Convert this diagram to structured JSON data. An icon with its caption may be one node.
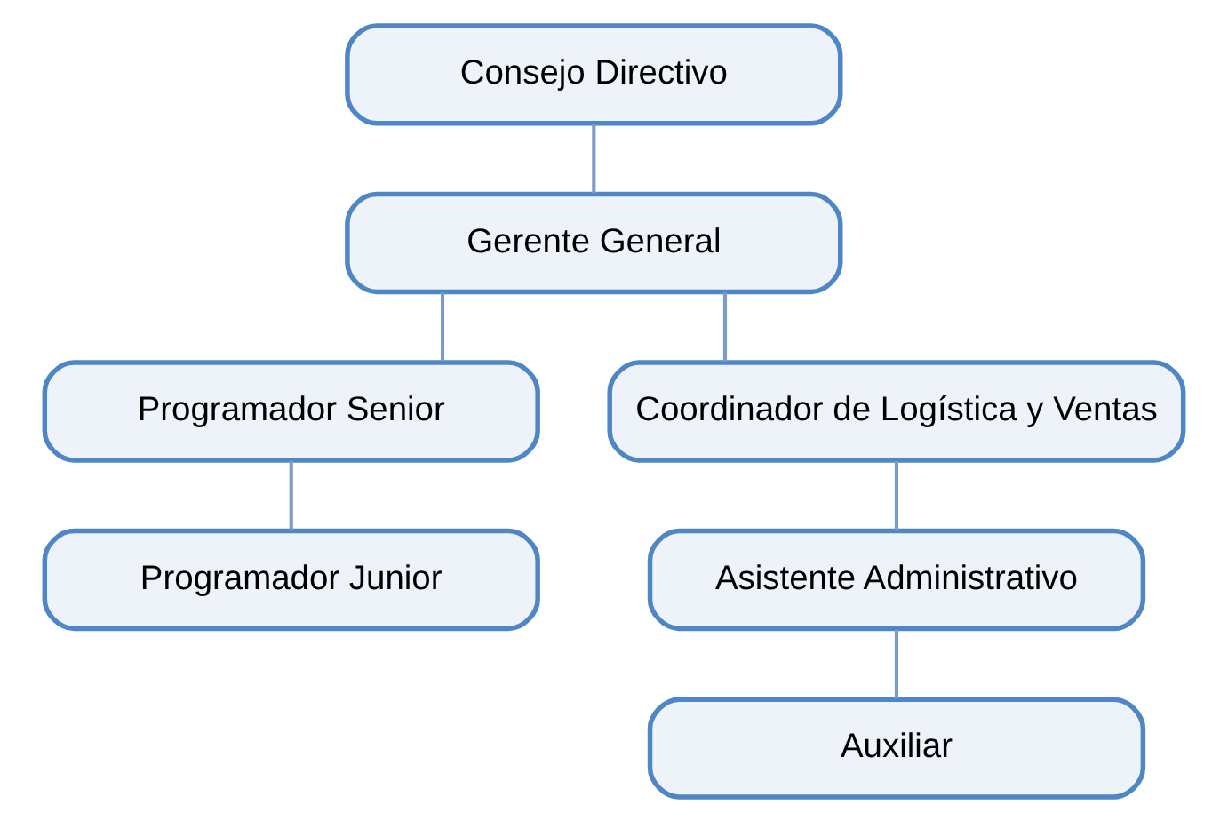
{
  "diagram": {
    "nodes": [
      {
        "text": [
          "Consejo Directivo"
        ]
      },
      {
        "text": [
          "Gerente General"
        ]
      },
      {
        "text": [
          "Programador Senior"
        ]
      },
      {
        "text": [
          "Programador Junior"
        ]
      },
      {
        "text": [
          "Coordinador de Logística y Ventas"
        ]
      },
      {
        "text": [
          "Asistente Administrativo"
        ]
      },
      {
        "text": [
          "Auxiliar"
        ]
      }
    ],
    "edges": [
      {
        "from": 0,
        "to": 1,
        "arrow": "none"
      },
      {
        "from": 1,
        "to": 2,
        "arrow": "none"
      },
      {
        "from": 1,
        "to": 4,
        "arrow": "none"
      },
      {
        "from": 2,
        "to": 3,
        "arrow": "none"
      },
      {
        "from": 4,
        "to": 5,
        "arrow": "none"
      },
      {
        "from": 5,
        "to": 6,
        "arrow": "none"
      }
    ]
  }
}
